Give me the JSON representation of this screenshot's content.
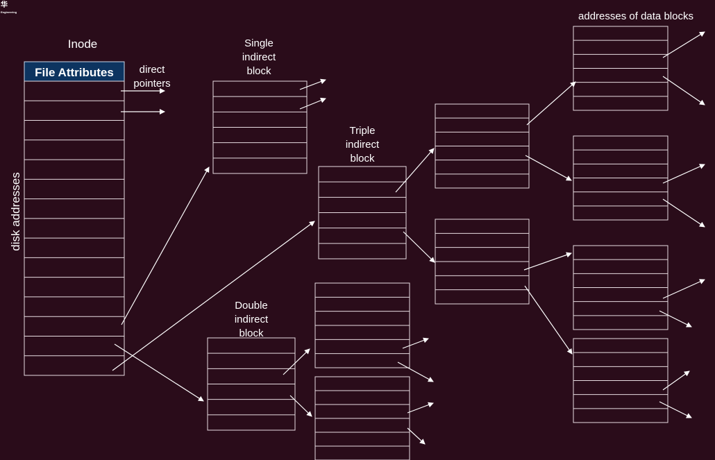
{
  "brand": {
    "mark": "华",
    "sub": "Engineering"
  },
  "labels": {
    "inode": "Inode",
    "file_attributes": "File Attributes",
    "direct_1": "direct",
    "direct_2": "pointers",
    "disk_addresses": "disk addresses",
    "single_1": "Single",
    "single_2": "indirect",
    "single_3": "block",
    "triple_1": "Triple",
    "triple_2": "indirect",
    "triple_3": "block",
    "double_1": "Double",
    "double_2": "indirect",
    "double_3": "block",
    "data_blocks": "addresses of data blocks"
  },
  "colors": {
    "background": "#2a0c1a",
    "line": "#e8dde2",
    "header_fill": "#0d3460",
    "header_border": "#c8d8ea"
  }
}
